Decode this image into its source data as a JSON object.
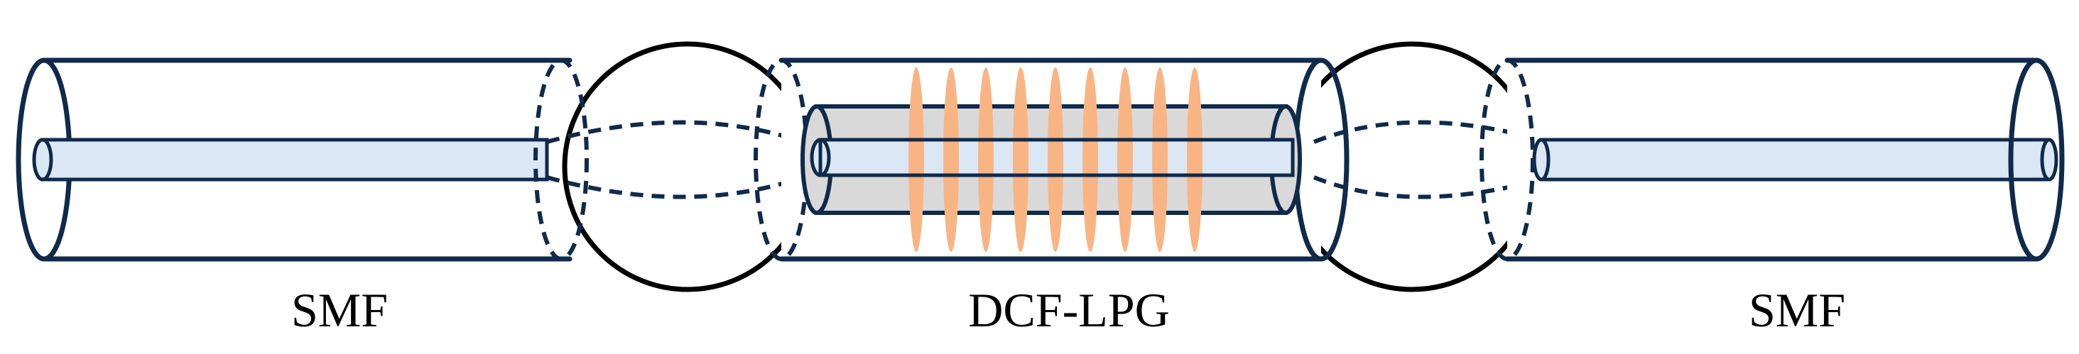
{
  "labels": {
    "left": "SMF",
    "center": "DCF-LPG",
    "right": "SMF"
  },
  "colors": {
    "outline": "#0f2a4a",
    "core": "#dbe7f5",
    "cladding": "#d9d9d9",
    "grating": "#f9b483"
  },
  "grating_period_count": 9
}
